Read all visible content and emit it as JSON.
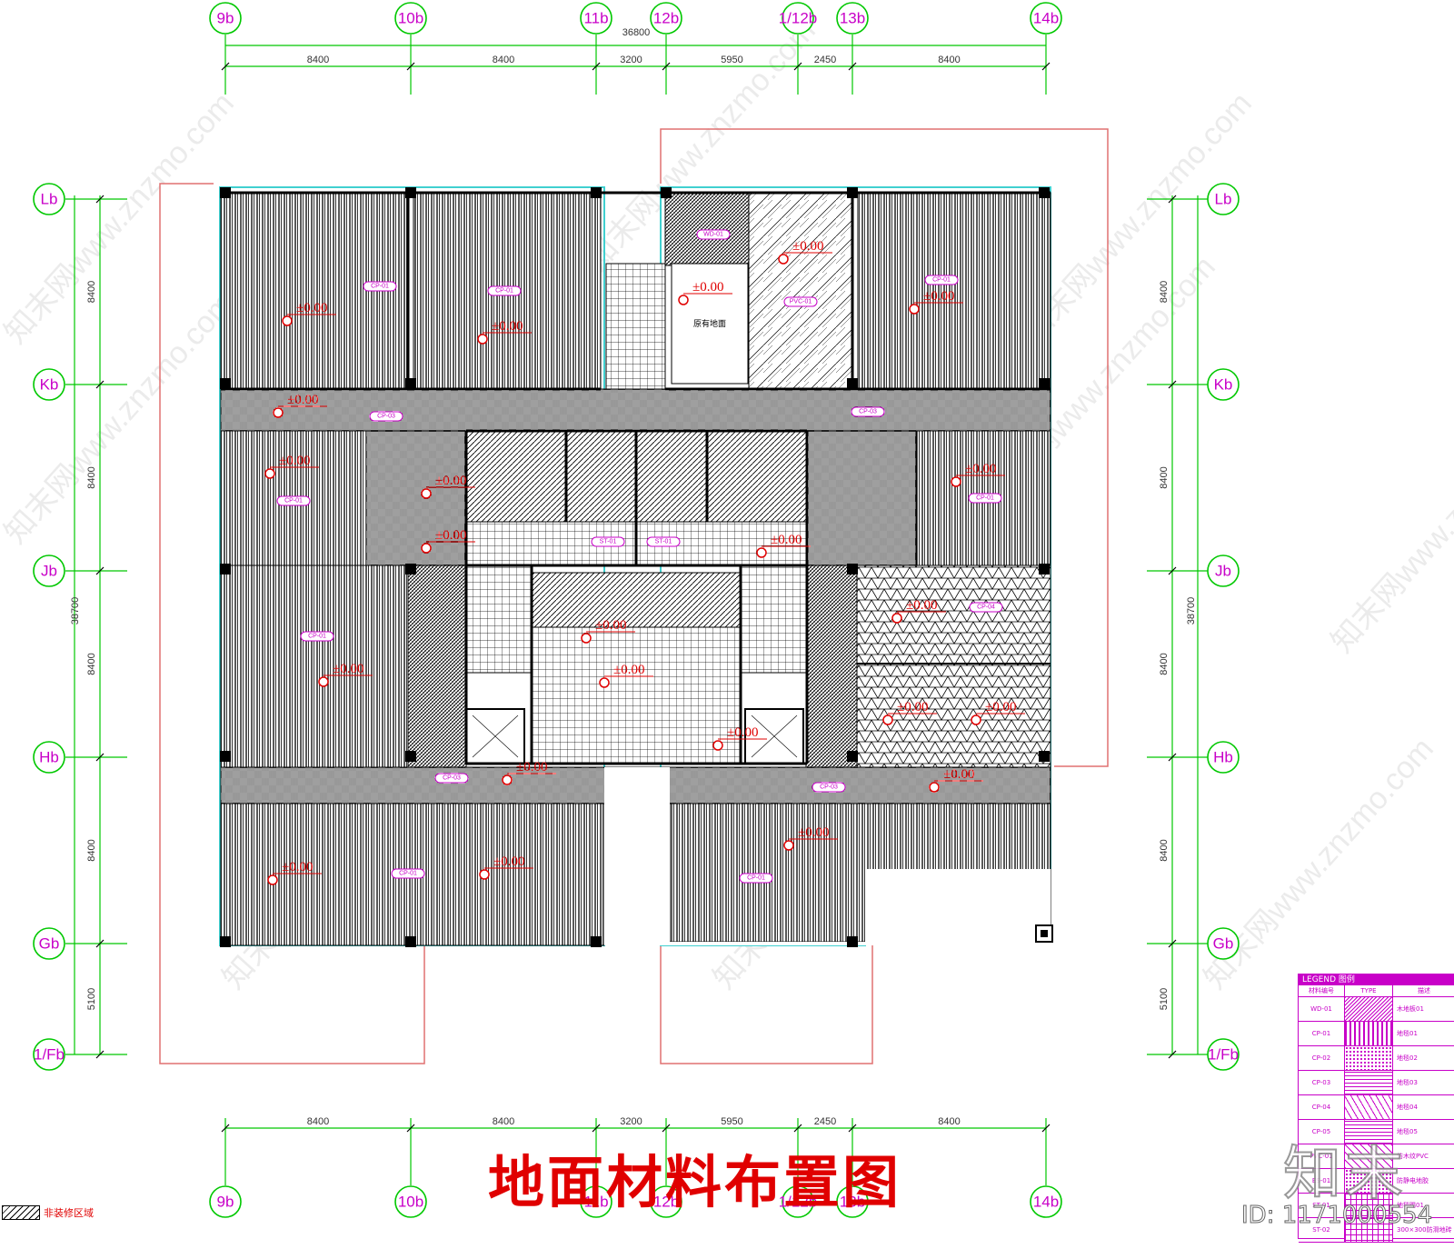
{
  "drawing": {
    "title": "地面材料布置图",
    "elevation_label": "±0.00",
    "original_floor_note": "原有地面",
    "hatch_legend_label": "非装修区域",
    "total_horizontal_dim": "36800",
    "total_vertical_dim": "38700"
  },
  "axes": {
    "columns": [
      "9b",
      "10b",
      "11b",
      "12b",
      "1/12b",
      "13b",
      "14b"
    ],
    "column_spacings": [
      "8400",
      "8400",
      "3200",
      "5950",
      "2450",
      "8400"
    ],
    "rows": [
      "Lb",
      "Kb",
      "Jb",
      "Hb",
      "Gb",
      "1/Fb"
    ],
    "row_spacings": [
      "8400",
      "8400",
      "8400",
      "8400",
      "5100"
    ]
  },
  "legend": {
    "header": "LEGEND  图例",
    "col_code": "材料编号",
    "col_type": "TYPE",
    "col_desc": "描述",
    "items": [
      {
        "code": "WD-01",
        "desc": "木地板01",
        "pattern": "woodblock"
      },
      {
        "code": "CP-01",
        "desc": "地毯01",
        "pattern": "vstripe"
      },
      {
        "code": "CP-02",
        "desc": "地毯02",
        "pattern": "dots"
      },
      {
        "code": "CP-03",
        "desc": "地毯03",
        "pattern": "basket"
      },
      {
        "code": "CP-04",
        "desc": "地毯04",
        "pattern": "tri"
      },
      {
        "code": "CP-05",
        "desc": "地毯05",
        "pattern": "basket"
      },
      {
        "code": "PVC-01",
        "desc": "仿木纹PVC",
        "pattern": "wood"
      },
      {
        "code": "ES-01",
        "desc": "防静电地胶",
        "pattern": "dots"
      },
      {
        "code": "ST-01",
        "desc": "地毯踢01",
        "pattern": "grid"
      },
      {
        "code": "ST-02",
        "desc": "300×300防滑地砖",
        "pattern": "grid"
      }
    ]
  },
  "watermark": {
    "text": "知末网www.znzmo.com",
    "corner_logo": "知末",
    "id_text": "ID: 1171000554"
  },
  "colors": {
    "axis_line": "#00c800",
    "axis_label": "#c800c8",
    "elevation": "#e00000",
    "boundary": "#e07070",
    "glass": "#40d0d0",
    "wall": "#000000"
  }
}
